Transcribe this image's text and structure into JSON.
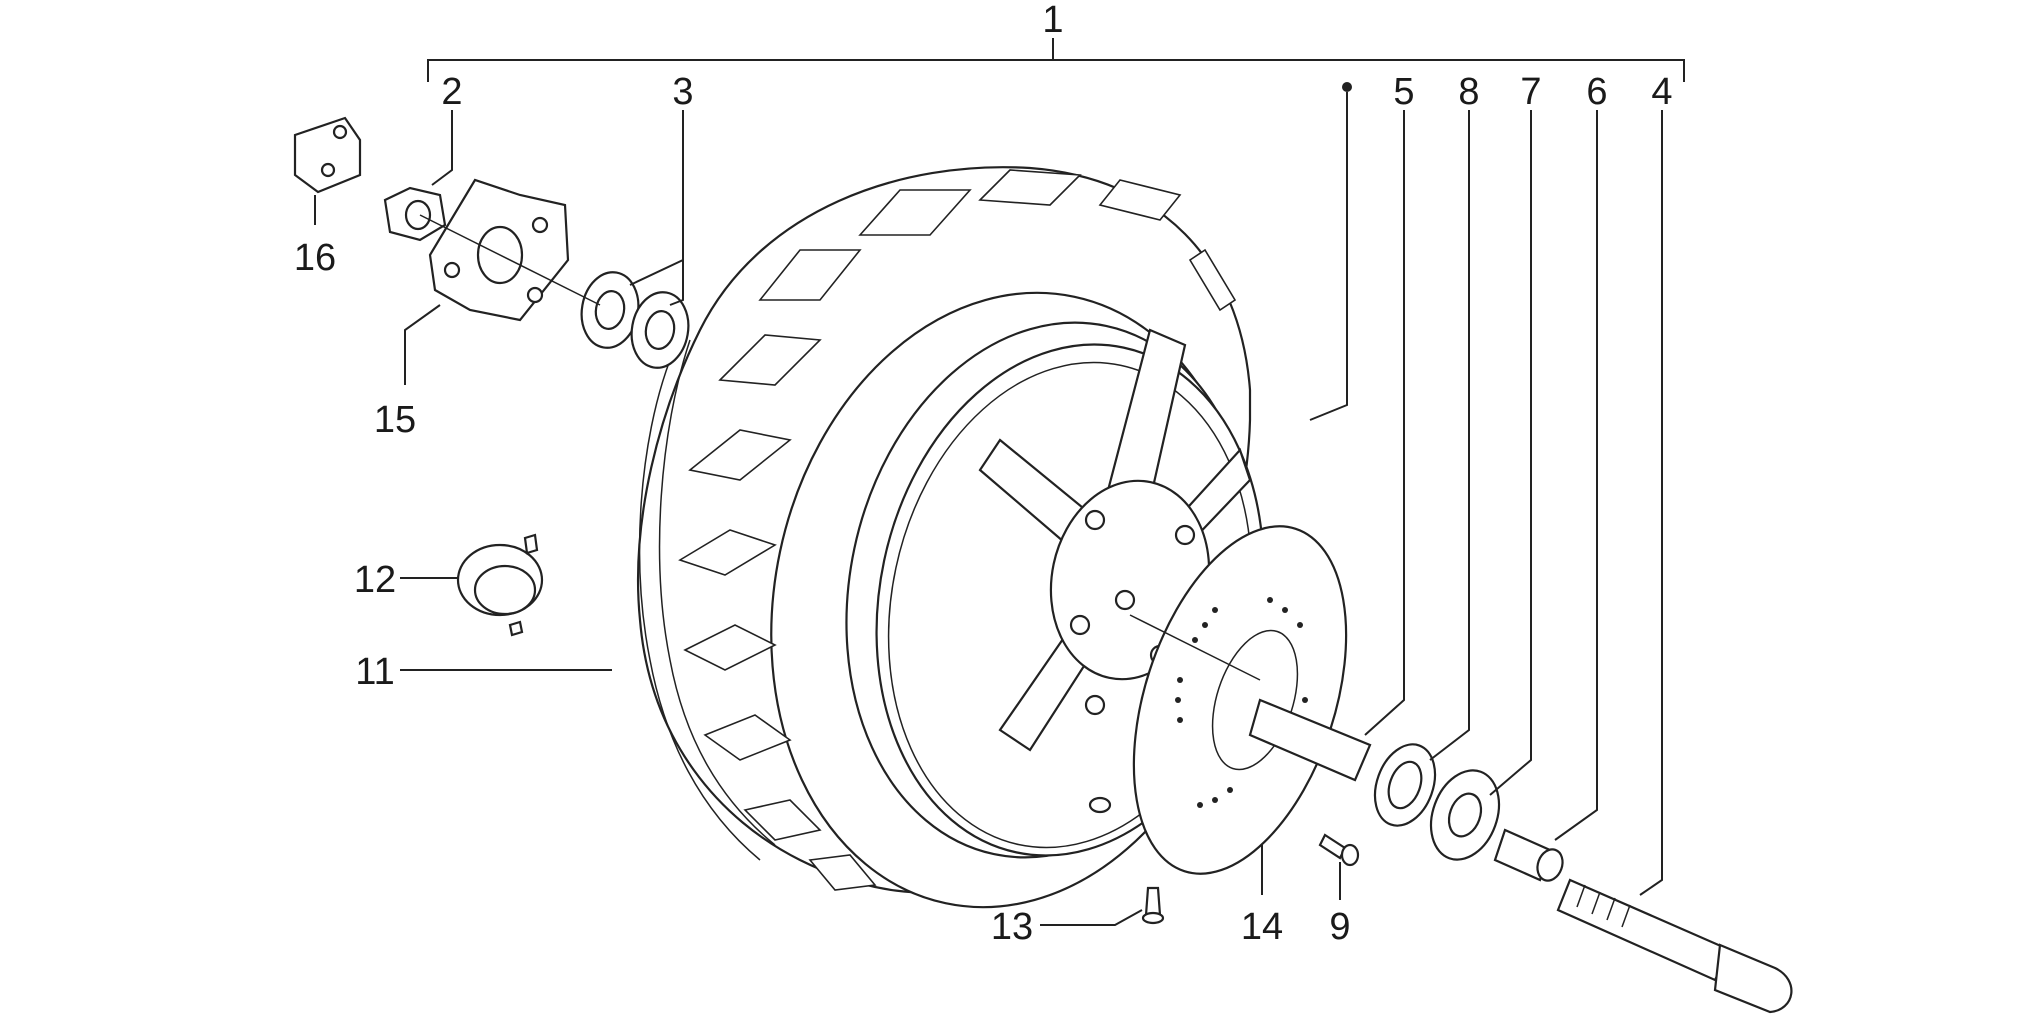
{
  "labels": {
    "p1": "1",
    "p2": "2",
    "p3": "3",
    "p4": "4",
    "p5": "5",
    "p6": "6",
    "p7": "7",
    "p8": "8",
    "p9": "9",
    "p11": "11",
    "p12": "12",
    "p13": "13",
    "p14": "14",
    "p15": "15",
    "p16": "16"
  }
}
